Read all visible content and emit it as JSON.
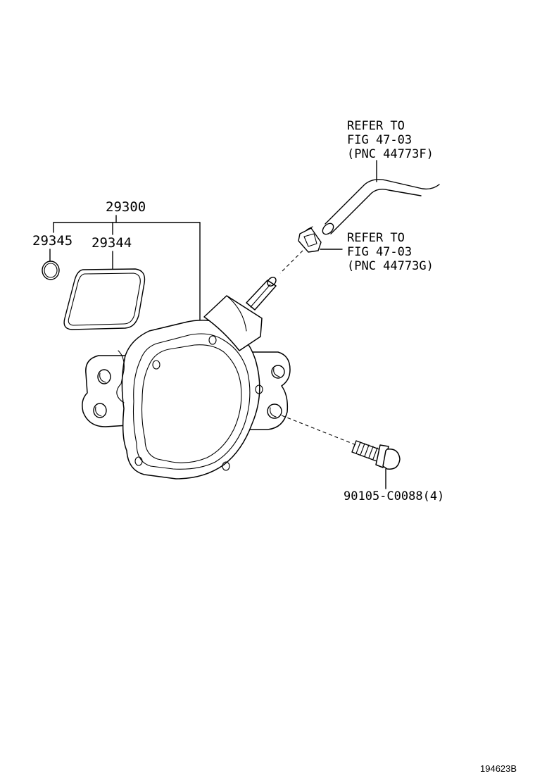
{
  "labels": {
    "assembly": "29300",
    "o_ring": "29345",
    "gasket": "29344",
    "hose_ref": [
      "REFER TO",
      "FIG 47-03",
      "(PNC 44773F)"
    ],
    "clamp_ref": [
      "REFER TO",
      "FIG 47-03",
      "(PNC 44773G)"
    ],
    "bolt": "90105-C0088(4)",
    "figure_id": "194623B"
  }
}
